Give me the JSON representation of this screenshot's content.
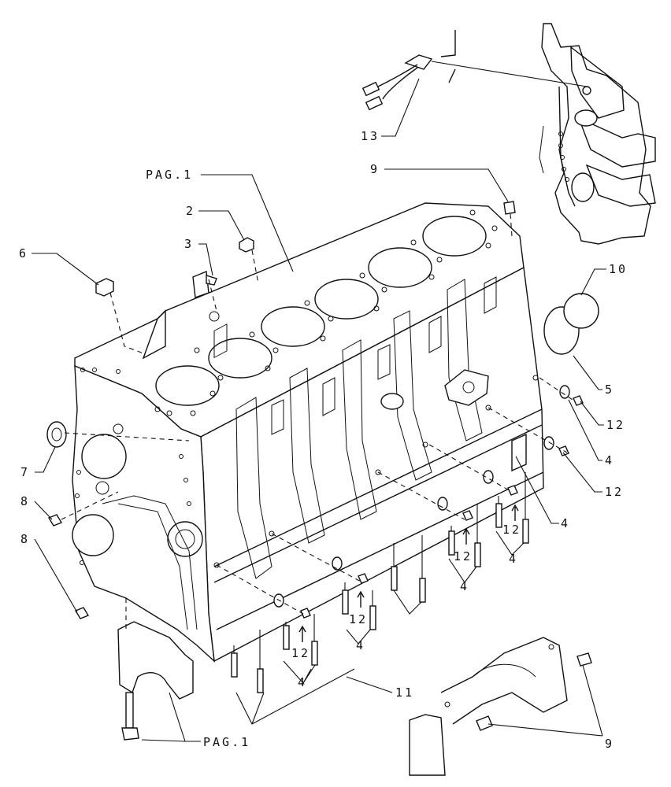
{
  "callouts": {
    "c13": "13",
    "c9_top": "9",
    "c_pag_top": "PAG.1",
    "c2": "2",
    "c3": "3",
    "c6": "6",
    "c10": "10",
    "c5": "5",
    "c12_a": "12",
    "c7": "7",
    "c4_a": "4",
    "c12_b": "12",
    "c8_a": "8",
    "c4_b": "4",
    "c8_b": "8",
    "c12_c": "12",
    "c4_c": "4",
    "c12_d": "12",
    "c4_d": "4",
    "c12_e": "12",
    "c4_e": "4",
    "c12_f": "12",
    "c4_f": "4",
    "c11": "11",
    "c_pag_bottom": "PAG.1",
    "c9_bottom": "9"
  }
}
